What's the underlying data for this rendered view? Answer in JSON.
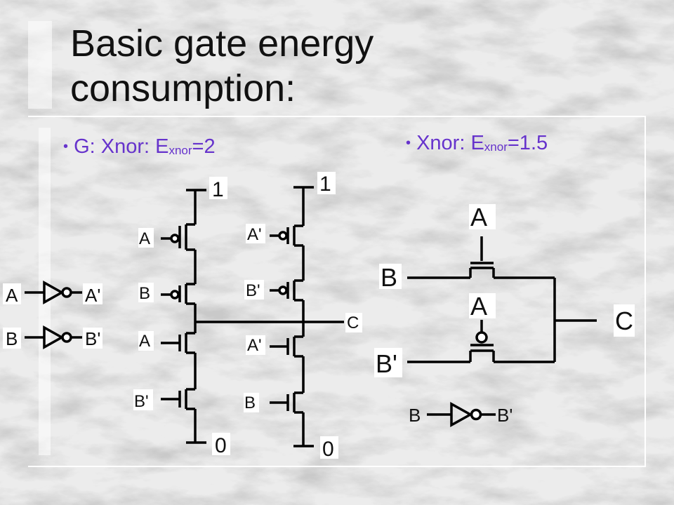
{
  "slide": {
    "title_line1": "Basic gate energy",
    "title_line2": "consumption:",
    "bullet_left": {
      "marker": "•",
      "prefix": "G: Xnor: E",
      "subscript": "xnor",
      "suffix": "=2"
    },
    "bullet_right": {
      "marker": "•",
      "prefix": "Xnor: E",
      "subscript": "xnor",
      "suffix": "=1.5"
    }
  },
  "colors": {
    "bullet_text": "#6633cc",
    "title_text": "#111111",
    "wire": "#000000"
  },
  "left_circuit": {
    "inverters": [
      {
        "in": "A",
        "out": "A'"
      },
      {
        "in": "B",
        "out": "B'"
      }
    ],
    "stack1": {
      "top_rail": "1",
      "bottom_rail": "0",
      "pmos_inputs": [
        "A",
        "B"
      ],
      "nmos_inputs": [
        "A",
        "B'"
      ]
    },
    "stack2": {
      "top_rail": "1",
      "bottom_rail": "0",
      "pmos_inputs": [
        "A'",
        "B'"
      ],
      "nmos_inputs": [
        "A'",
        "B"
      ]
    },
    "output": "C"
  },
  "right_circuit": {
    "nmos_gate": "A",
    "pmos_gate": "A",
    "input_top": "B",
    "input_bottom": "B'",
    "output": "C",
    "inverter": {
      "in": "B",
      "out": "B'"
    }
  }
}
